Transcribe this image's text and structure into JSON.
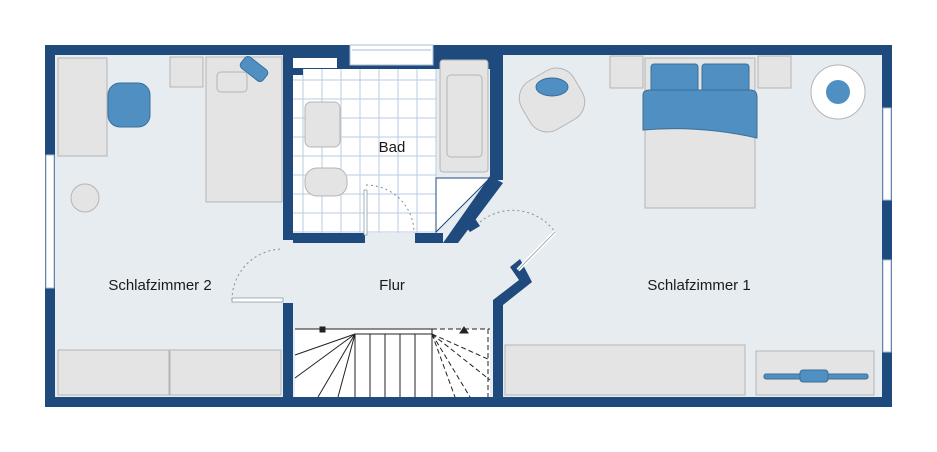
{
  "floorplan": {
    "rooms": [
      {
        "id": "bad",
        "label": "Bad"
      },
      {
        "id": "flur",
        "label": "Flur"
      },
      {
        "id": "schlafzimmer2",
        "label": "Schlafzimmer 2"
      },
      {
        "id": "schlafzimmer1",
        "label": "Schlafzimmer 1"
      }
    ]
  },
  "colors": {
    "wall": "#1f4a7e",
    "floor": "#e7ecf0",
    "tile_line": "#b8cde0",
    "furniture": "#e4e4e4",
    "accent": "#4f8fc2"
  }
}
